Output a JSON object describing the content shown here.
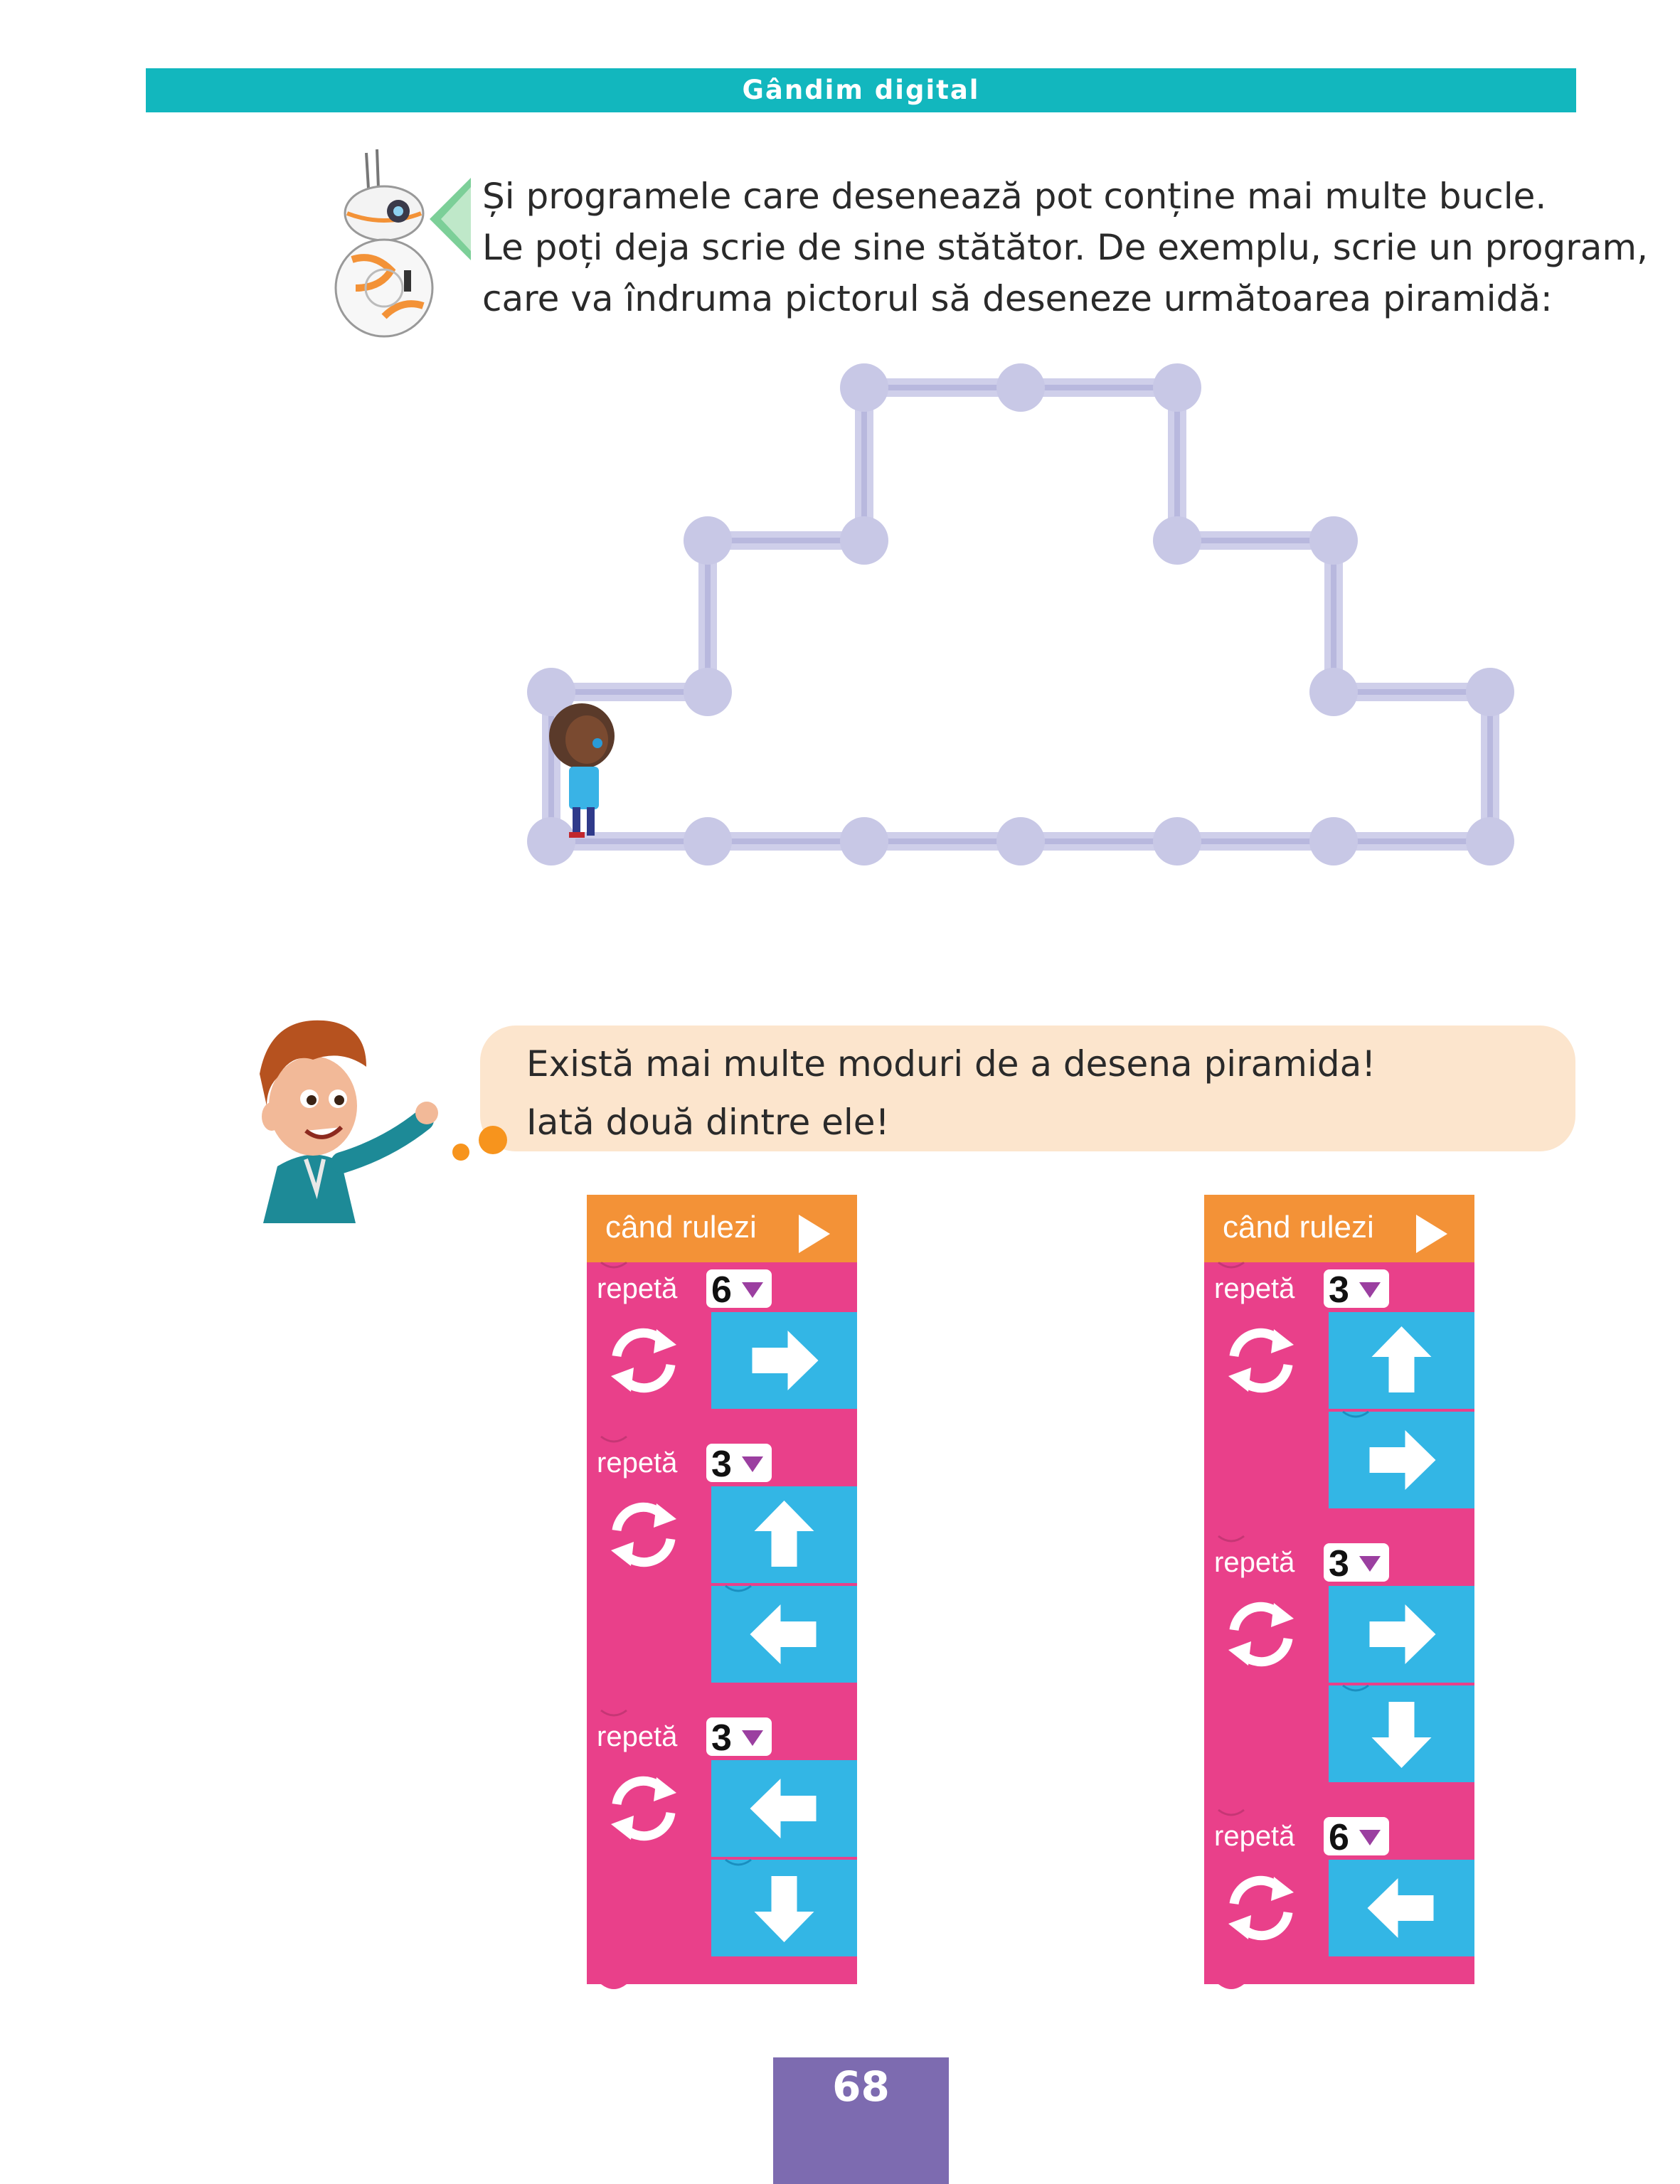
{
  "header": {
    "title": "Gândim digital"
  },
  "intro": {
    "lines": [
      "Și programele care desenează pot conține mai multe bucle.",
      "Le poți deja scrie de sine stătător. De exemplu, scrie un program,",
      "care va îndruma pictorul să deseneze următoarea piramidă:"
    ]
  },
  "bubble": {
    "lines": [
      "Există mai multe moduri de a desena piramida!",
      "Iată două dintre ele!"
    ]
  },
  "programs": [
    {
      "start_label": "când rulezi",
      "loops": [
        {
          "label": "repetă",
          "count": "6",
          "steps": [
            "arrow-right"
          ]
        },
        {
          "label": "repetă",
          "count": "3",
          "steps": [
            "arrow-up",
            "arrow-left"
          ]
        },
        {
          "label": "repetă",
          "count": "3",
          "steps": [
            "arrow-left",
            "arrow-down"
          ]
        }
      ]
    },
    {
      "start_label": "când rulezi",
      "loops": [
        {
          "label": "repetă",
          "count": "3",
          "steps": [
            "arrow-up",
            "arrow-right"
          ]
        },
        {
          "label": "repetă",
          "count": "3",
          "steps": [
            "arrow-right",
            "arrow-down"
          ]
        },
        {
          "label": "repetă",
          "count": "6",
          "steps": [
            "arrow-left"
          ]
        }
      ]
    }
  ],
  "page_number": "68",
  "colors": {
    "header": "#12b7be",
    "block_start": "#f39237",
    "block_loop": "#e9408a",
    "block_move": "#33b6e5",
    "path": "#cfcfea",
    "bubble": "#fce5cd",
    "page_number_bg": "#7d6bb0"
  }
}
